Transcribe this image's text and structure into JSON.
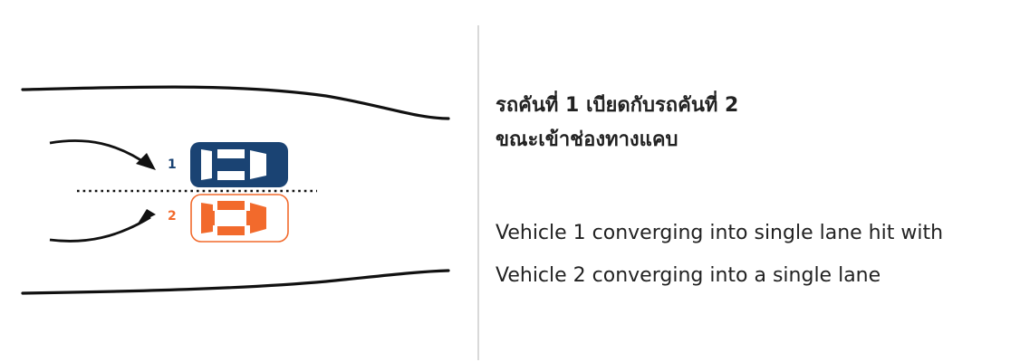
{
  "diagram": {
    "vehicles": [
      {
        "number": "1",
        "color": "#1a4373"
      },
      {
        "number": "2",
        "color": "#f26a2c"
      }
    ],
    "road_color": "#111111",
    "centerline_color": "#111111"
  },
  "description": {
    "thai_lines": [
      "รถคันที่ 1 เบียดกับรถคันที่ 2",
      "ขณะเข้าช่องทางแคบ"
    ],
    "english_lines": [
      "Vehicle 1 converging into single lane hit with",
      "Vehicle 2 converging into a single lane"
    ]
  }
}
